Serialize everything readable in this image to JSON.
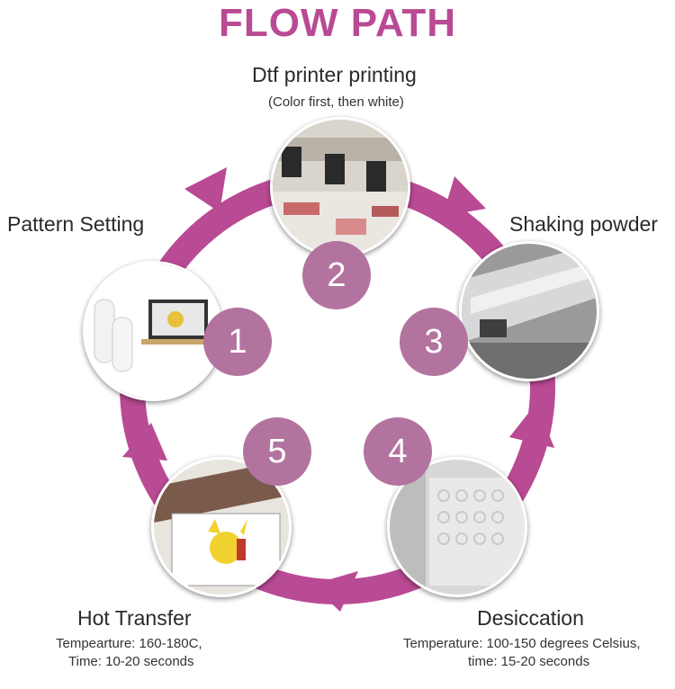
{
  "title": "FLOW PATH",
  "colors": {
    "accent": "#b94a94",
    "badge": "#b3739f"
  },
  "steps": [
    {
      "number": "1",
      "label": "Pattern Setting",
      "note": "",
      "image": "film-rolls-and-laptop"
    },
    {
      "number": "2",
      "label": "Dtf printer printing",
      "note": "(Color first, then white)",
      "image": "printer-heads"
    },
    {
      "number": "3",
      "label": "Shaking powder",
      "note": "",
      "image": "powder-shaker-machine"
    },
    {
      "number": "4",
      "label": "Desiccation",
      "note_line1": "Temperature: 100-150 degrees Celsius,",
      "note_line2": "time: 15-20 seconds",
      "image": "drying-oven"
    },
    {
      "number": "5",
      "label": "Hot Transfer",
      "note_line1": "Tempearture: 160-180C,",
      "note_line2": "Time: 10-20 seconds",
      "image": "heat-press"
    }
  ]
}
